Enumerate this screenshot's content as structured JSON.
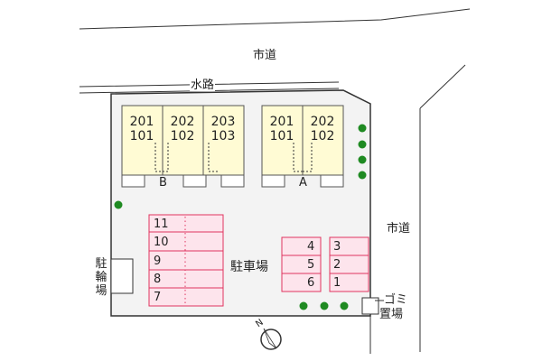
{
  "labels": {
    "road_top": "市道",
    "road_right": "市道",
    "waterway": "水路",
    "parking": "駐車場",
    "bicycle": [
      "駐",
      "輪",
      "場"
    ],
    "garbage": [
      "ゴミ",
      "置場"
    ],
    "north": "N"
  },
  "buildings": [
    {
      "name": "B",
      "units": [
        {
          "upper": "201",
          "lower": "101"
        },
        {
          "upper": "202",
          "lower": "102"
        },
        {
          "upper": "203",
          "lower": "103"
        }
      ]
    },
    {
      "name": "A",
      "units": [
        {
          "upper": "201",
          "lower": "101"
        },
        {
          "upper": "202",
          "lower": "102"
        }
      ]
    }
  ],
  "parking_left": [
    "11",
    "10",
    "9",
    "8",
    "7"
  ],
  "parking_right": [
    [
      "4",
      "3"
    ],
    [
      "5",
      "2"
    ],
    [
      "6",
      "1"
    ]
  ],
  "colors": {
    "building_fill": "#fffbd4",
    "parking_fill": "#fde4ec",
    "parking_stroke": "#e0345f",
    "lot_fill": "#f3f3f3",
    "tree": "#1f8a22",
    "line": "#333333"
  }
}
